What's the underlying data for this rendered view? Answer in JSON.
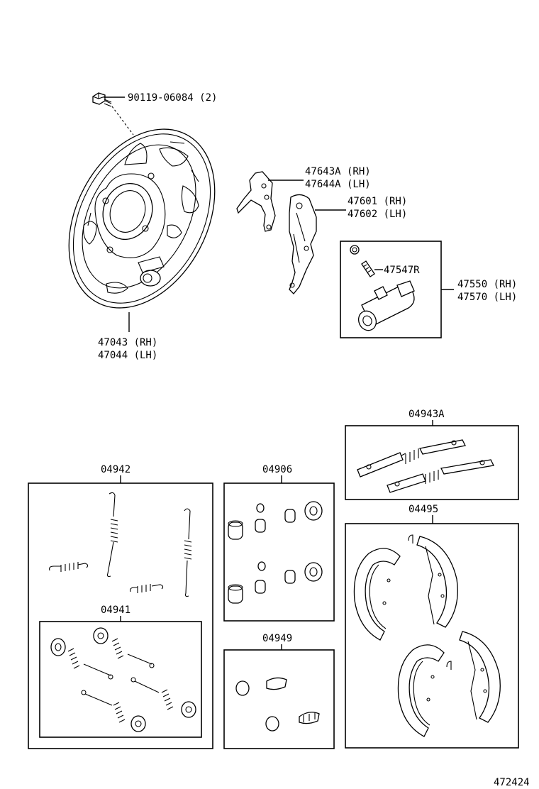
{
  "labels": {
    "bolt": "90119-06084 (2)",
    "backing_plate_rh": "47043 (RH)",
    "backing_plate_lh": "47044 (LH)",
    "lever_a_rh": "47643A (RH)",
    "lever_a_lh": "47644A (LH)",
    "lever_rh": "47601 (RH)",
    "lever_lh": "47602 (LH)",
    "bleeder": "47547R",
    "wheel_cyl_rh": "47550 (RH)",
    "wheel_cyl_lh": "47570 (LH)",
    "kit_spring": "04942",
    "kit_cup": "04906",
    "kit_adjuster": "04943A",
    "kit_shoe": "04495",
    "kit_holddown": "04941",
    "kit_boot": "04949",
    "diagram_id": "472424"
  }
}
